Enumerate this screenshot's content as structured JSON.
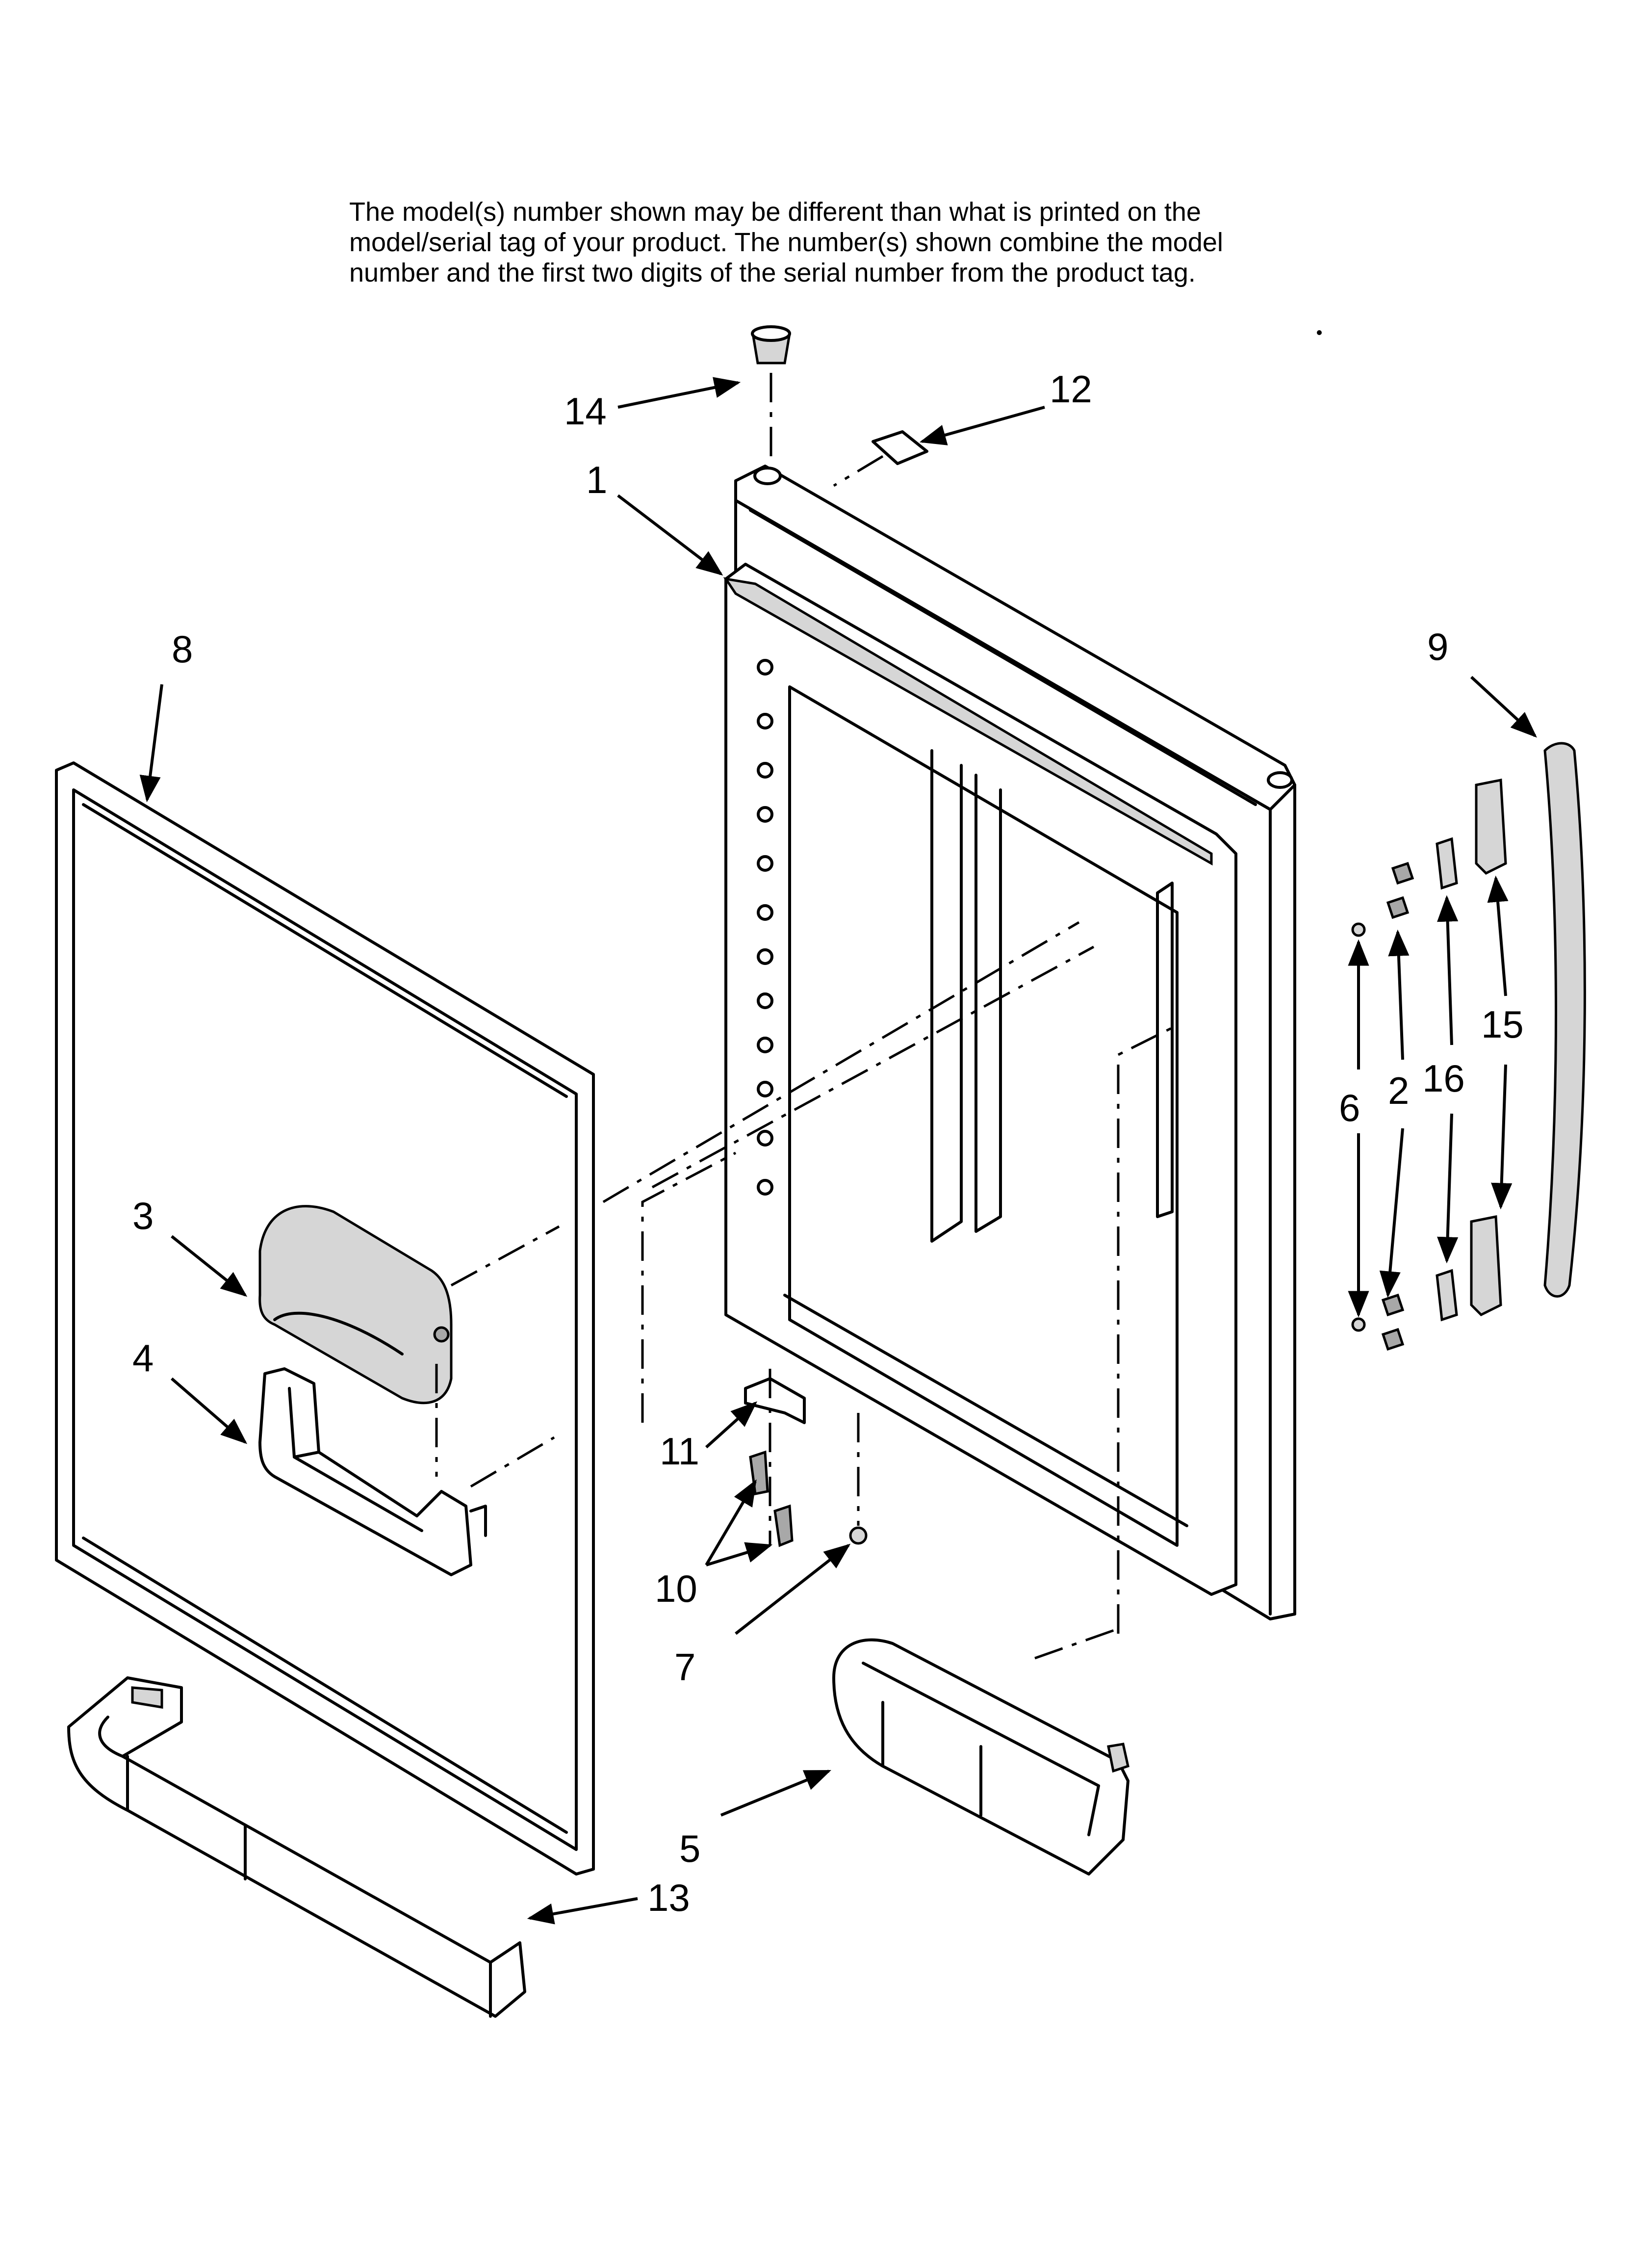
{
  "note": {
    "lines": [
      "The model(s) number shown may be different than what is printed on the",
      "model/serial tag of your product. The number(s) shown combine the model",
      "number and the first two digits of the serial number from the product tag."
    ]
  },
  "callouts": {
    "c1": "1",
    "c2": "2",
    "c3": "3",
    "c4": "4",
    "c5": "5",
    "c6": "6",
    "c7": "7",
    "c8": "8",
    "c9": "9",
    "c10": "10",
    "c11": "11",
    "c12": "12",
    "c13": "13",
    "c14": "14",
    "c15": "15",
    "c16": "16"
  }
}
